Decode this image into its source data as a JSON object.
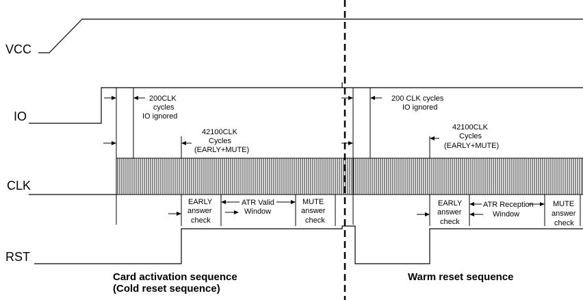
{
  "signals": {
    "vcc": "VCC",
    "io": "IO",
    "clk": "CLK",
    "rst": "RST"
  },
  "cold": {
    "io_ignored": [
      "200CLK",
      "cycles",
      "IO ignored"
    ],
    "cycles": [
      "42100CLK",
      "Cycles",
      "(EARLY+MUTE)"
    ],
    "early": [
      "EARLY",
      "answer",
      "check"
    ],
    "window": [
      "ATR Valid",
      "Window"
    ],
    "mute": [
      "MUTE",
      "answer",
      "check"
    ],
    "caption": [
      "Card activation sequence",
      "(Cold reset sequence)"
    ]
  },
  "warm": {
    "io_ignored": [
      "200 CLK cycles",
      "IO ignored"
    ],
    "cycles": [
      "42100CLK",
      "Cycles",
      "(EARLY+MUTE)"
    ],
    "early": [
      "EARLY",
      "answer",
      "check"
    ],
    "window": [
      "ATR Reception",
      "Window"
    ],
    "mute": [
      "MUTE",
      "answer",
      "check"
    ],
    "caption": "Warm reset sequence"
  }
}
